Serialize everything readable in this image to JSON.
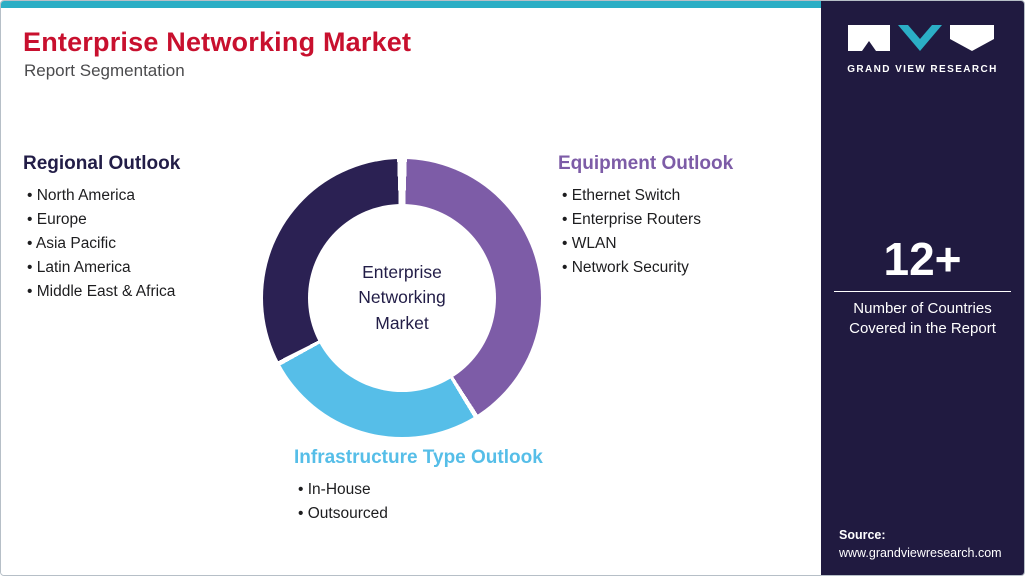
{
  "header": {
    "title": "Enterprise Networking Market",
    "subtitle": "Report Segmentation"
  },
  "donut": {
    "center_label": "Enterprise\nNetworking\nMarket"
  },
  "sections": {
    "regional": {
      "title": "Regional Outlook",
      "items": [
        "North America",
        "Europe",
        "Asia Pacific",
        "Latin America",
        "Middle East & Africa"
      ]
    },
    "equipment": {
      "title": "Equipment Outlook",
      "items": [
        "Ethernet Switch",
        "Enterprise Routers",
        "WLAN",
        "Network Security"
      ]
    },
    "infrastructure": {
      "title": "Infrastructure Type Outlook",
      "items": [
        "In-House",
        "Outsourced"
      ]
    }
  },
  "sidebar": {
    "brand": "GRAND VIEW RESEARCH",
    "stat_value": "12+",
    "stat_label": "Number of Countries Covered in the Report",
    "source_label": "Source:",
    "source_url": "www.grandviewresearch.com"
  },
  "colors": {
    "accent_teal": "#2BAEC5",
    "title_red": "#C8102E",
    "heading_dark": "#221D47",
    "sidebar_bg": "#201A40",
    "segment_dark": "#2B2153",
    "segment_purple": "#7D5CA7",
    "segment_blue": "#56BEE8"
  },
  "chart_data": {
    "type": "pie",
    "title": "Enterprise Networking Market segmentation donut",
    "segments": [
      {
        "label": "Equipment Outlook",
        "color": "#7D5CA7",
        "start_deg": 2,
        "end_deg": 147
      },
      {
        "label": "Infrastructure Type Outlook",
        "color": "#56BEE8",
        "start_deg": 149,
        "end_deg": 241
      },
      {
        "label": "Regional Outlook",
        "color": "#2B2153",
        "start_deg": 243,
        "end_deg": 358
      }
    ]
  }
}
